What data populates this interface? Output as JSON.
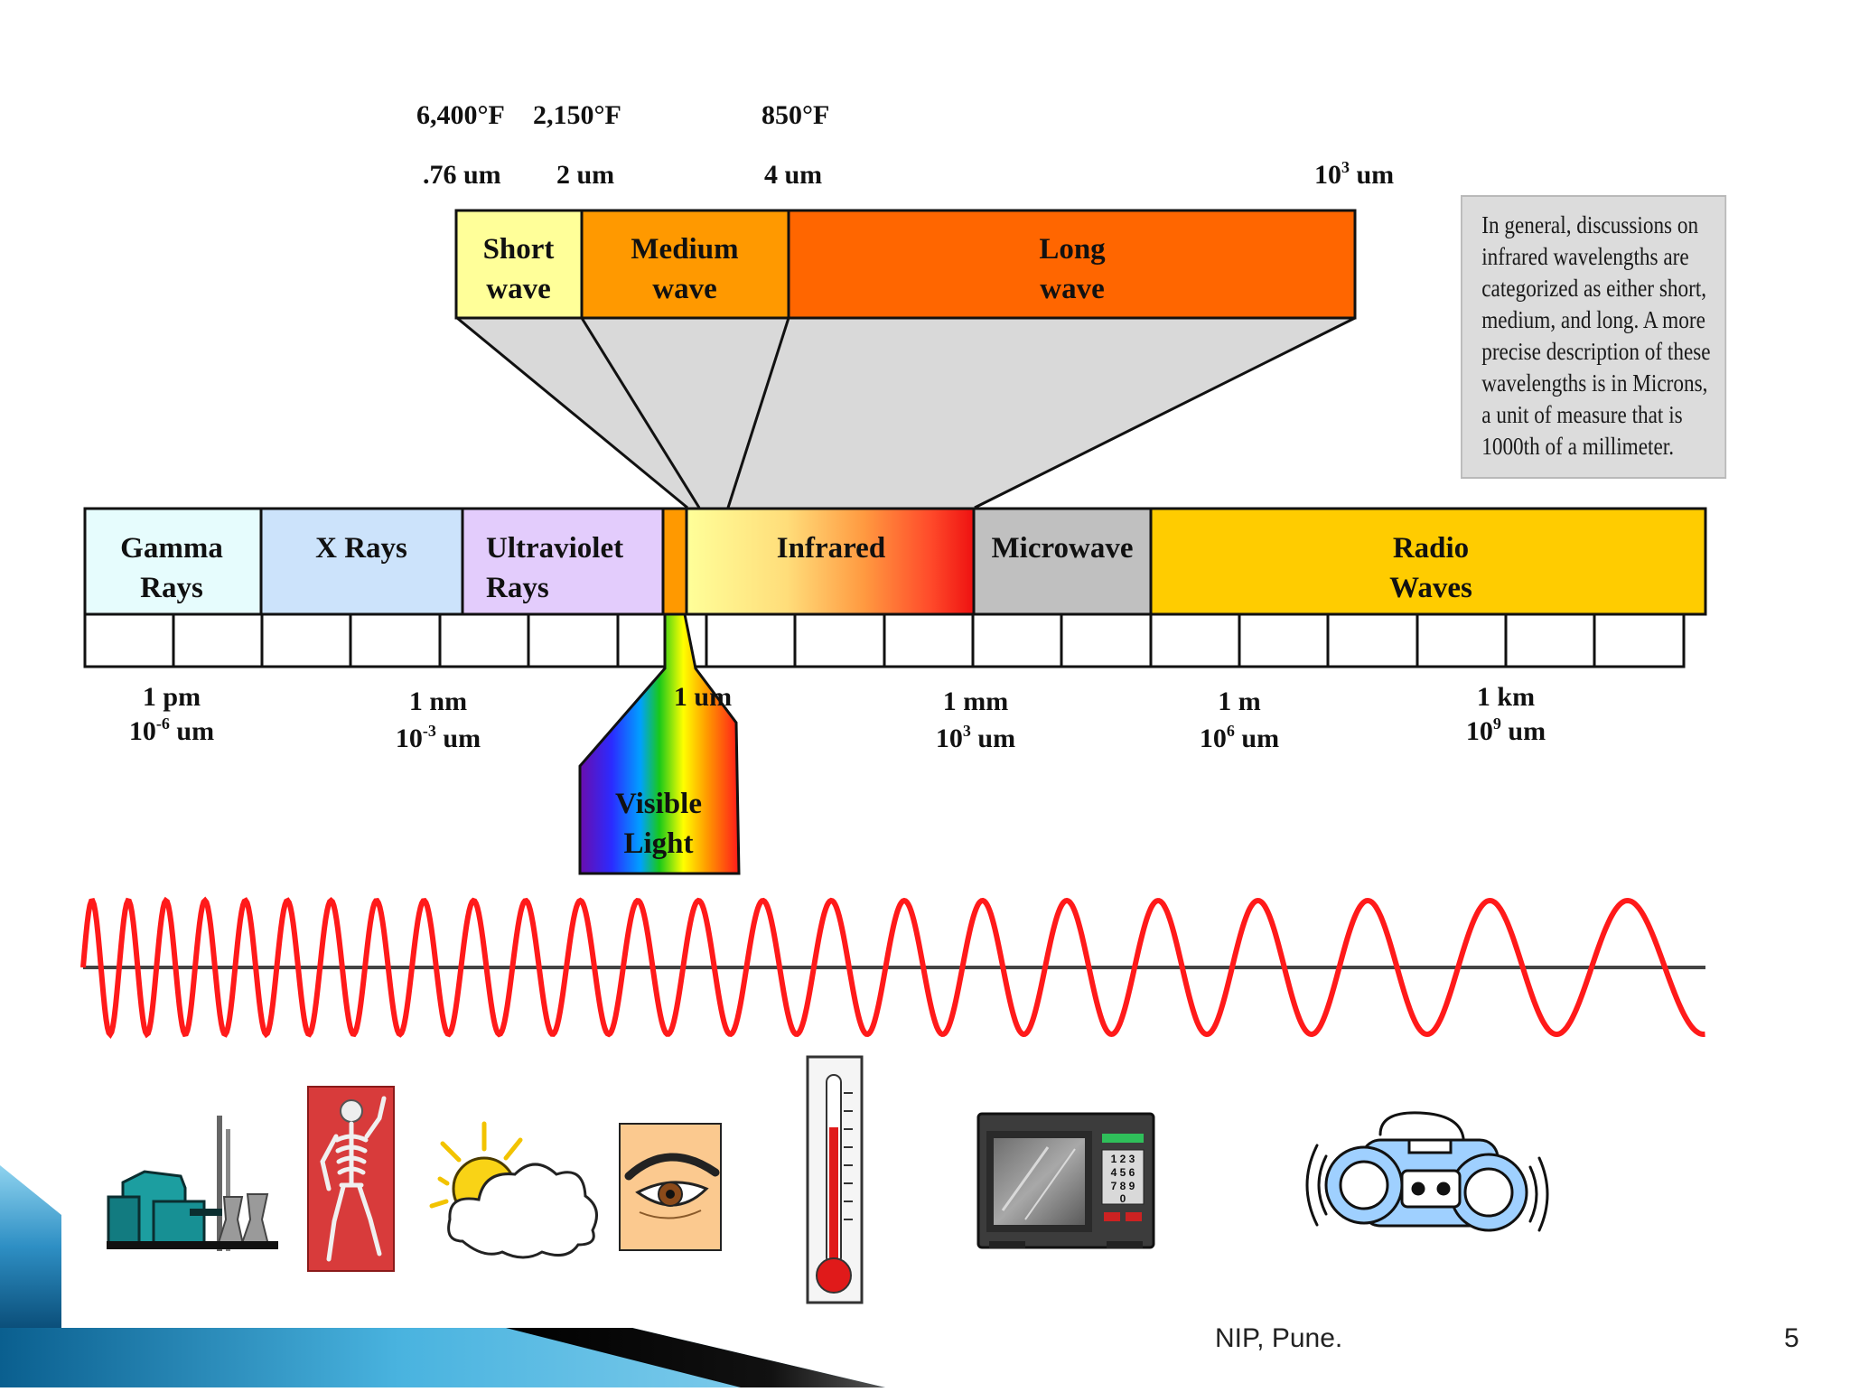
{
  "temps": [
    {
      "text": "6,400°F"
    },
    {
      "text": "2,150°F"
    },
    {
      "text": "850°F"
    }
  ],
  "ir_wavelengths": [
    {
      "text": ".76 um"
    },
    {
      "text": "2 um"
    },
    {
      "text": "4 um"
    },
    {
      "base": "10",
      "sup": "3",
      "unit": " um"
    }
  ],
  "ir_bands": [
    {
      "line1": "Short",
      "line2": "wave",
      "color": "#ffff99"
    },
    {
      "line1": "Medium",
      "line2": "wave",
      "color": "#ff9900"
    },
    {
      "line1": "Long",
      "line2": "wave",
      "color": "#ff6600"
    }
  ],
  "note": "In general, discussions on infrared wavelengths are categorized as either short, medium, and long.  A more precise description of these wavelengths is in Microns, a unit of measure that is 1000th of a millimeter.",
  "bands": [
    {
      "line1": "Gamma",
      "line2": "Rays",
      "color": "#e6fcfd"
    },
    {
      "line1": "X Rays",
      "line2": "",
      "color": "#cce3fb"
    },
    {
      "line1": "Ultraviolet",
      "line2": "Rays",
      "color": "#e3ccfc"
    },
    {
      "line1": "Infrared",
      "line2": "",
      "color": "#ff9933"
    },
    {
      "line1": "Microwave",
      "line2": "",
      "color": "#c0c0c0"
    },
    {
      "line1": "Radio",
      "line2": "Waves",
      "color": "#ffcc00"
    }
  ],
  "scale_labels": [
    {
      "line1": "1 pm",
      "base": "10",
      "sup": "-6",
      "unit": " um"
    },
    {
      "line1": "1 nm",
      "base": "10",
      "sup": "-3",
      "unit": " um"
    },
    {
      "line1": "1 um",
      "base": "",
      "sup": "",
      "unit": ""
    },
    {
      "line1": "1 mm",
      "base": "10",
      "sup": "3",
      "unit": " um"
    },
    {
      "line1": "1 m",
      "base": "10",
      "sup": "6",
      "unit": " um"
    },
    {
      "line1": "1 km",
      "base": "10",
      "sup": "9",
      "unit": " um"
    }
  ],
  "visible": {
    "line1": "Visible",
    "line2": "Light"
  },
  "icons": [
    {
      "name": "power-plant-icon"
    },
    {
      "name": "skeleton-xray-icon"
    },
    {
      "name": "sun-cloud-icon"
    },
    {
      "name": "eye-icon"
    },
    {
      "name": "thermometer-icon"
    },
    {
      "name": "microwave-oven-icon"
    },
    {
      "name": "boombox-radio-icon"
    }
  ],
  "microwave_keypad": [
    "1 2 3",
    "4 5 6",
    "7 8 9",
    "0"
  ],
  "footer": {
    "text": "NIP, Pune.",
    "page": "5"
  },
  "colors": {
    "wave": "#ff1a1a",
    "footer_teal": "#3ba7d6"
  }
}
